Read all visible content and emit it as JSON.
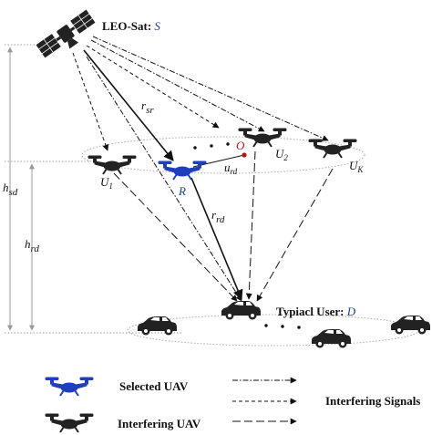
{
  "satellite": {
    "label": "LEO-Sat:",
    "symbol": "S"
  },
  "relay": {
    "symbol": "R"
  },
  "uav_labels": {
    "u1": "U",
    "u1_sub": "1",
    "u2": "U",
    "u2_sub": "2",
    "uk": "U",
    "uk_sub": "K"
  },
  "center": {
    "symbol": "O"
  },
  "distances": {
    "r_sr": "r",
    "r_sr_sub": "sr",
    "r_rd": "r",
    "r_rd_sub": "rd",
    "u_rd": "u",
    "u_rd_sub": "rd"
  },
  "heights": {
    "h_sd": "h",
    "h_sd_sub": "sd",
    "h_rd": "h",
    "h_rd_sub": "rd"
  },
  "user": {
    "label": "Typiacl User:",
    "symbol": "D"
  },
  "legend": {
    "selected": "Selected UAV",
    "interfering_uav": "Interfering UAV",
    "interfering_signals": "Interfering Signals"
  },
  "colors": {
    "selected_uav": "#1f3fbf",
    "interfering_uav": "#222222",
    "center_dot": "#b01818"
  },
  "icons": [
    "satellite-icon",
    "drone-icon",
    "car-icon"
  ]
}
